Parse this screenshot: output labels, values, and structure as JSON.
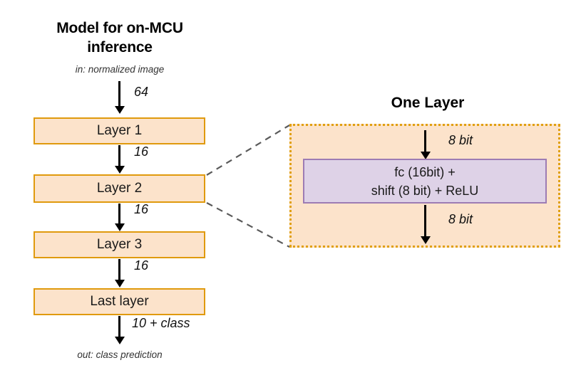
{
  "diagram": {
    "left": {
      "title_line1": "Model for on-MCU",
      "title_line2": "inference",
      "input_caption": "in: normalized image",
      "output_caption": "out: class prediction",
      "boxes": [
        {
          "label": "Layer 1"
        },
        {
          "label": "Layer 2"
        },
        {
          "label": "Layer 3"
        },
        {
          "label": "Last layer"
        }
      ],
      "edges": [
        {
          "label": "64"
        },
        {
          "label": "16"
        },
        {
          "label": "16"
        },
        {
          "label": "16"
        },
        {
          "label": "10 + class"
        }
      ]
    },
    "right": {
      "title": "One Layer",
      "input_label": "8 bit",
      "output_label": "8 bit",
      "op_line1": "fc (16bit) +",
      "op_line2": "shift (8 bit) + ReLU"
    },
    "colors": {
      "layer_fill": "#FCE3CB",
      "layer_border": "#E09A0D",
      "panel_border": "#E0A010",
      "op_fill": "#DED2E7",
      "op_border": "#9D7CB4",
      "connector": "#5A5A5A",
      "arrow": "#000000",
      "text": "#1a1a1a"
    }
  }
}
